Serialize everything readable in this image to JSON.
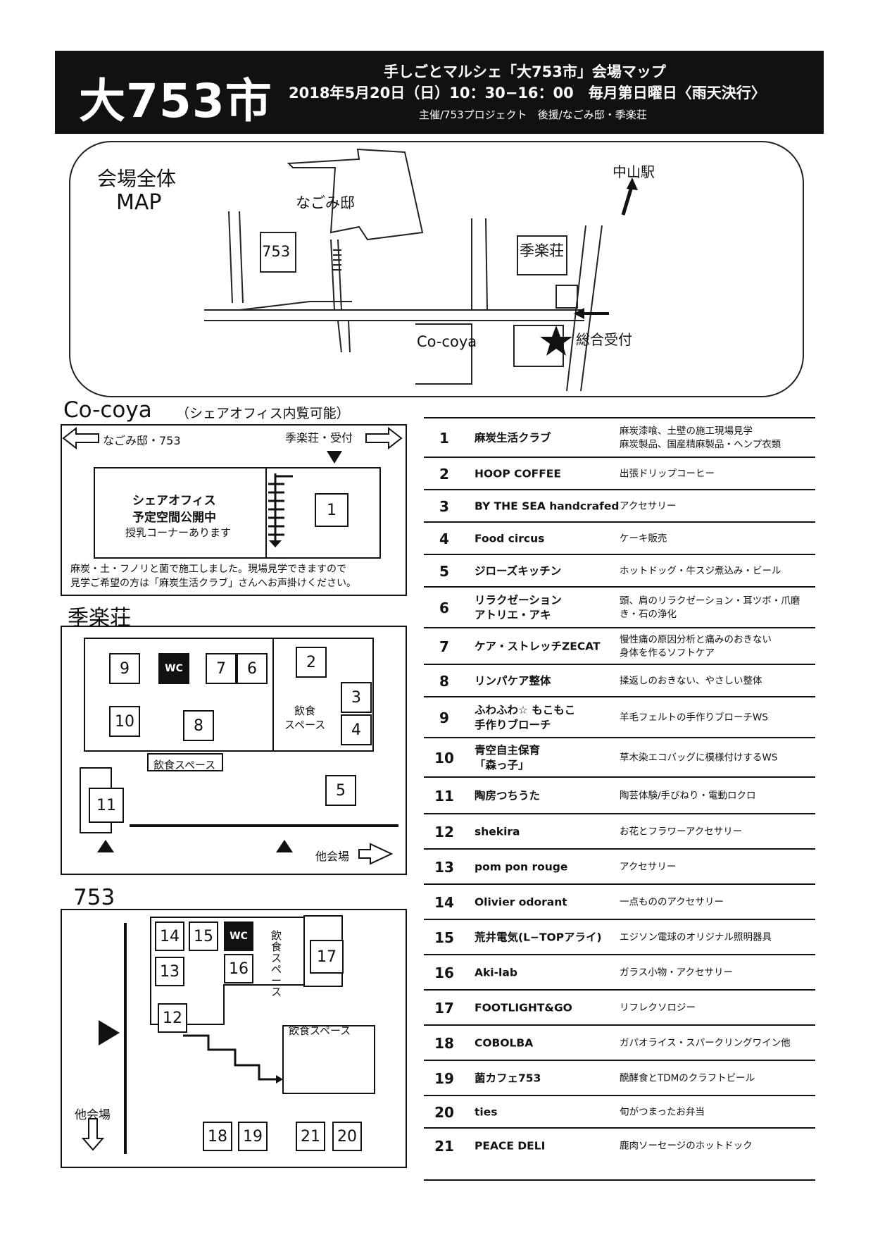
{
  "header": {
    "big_title": "大753市",
    "line1": "手しごとマルシェ「大753市」会場マップ",
    "line2": "2018年5月20日（日）10：30−16：00　毎月第日曜日〈雨天決行〉",
    "line3": "主催/753プロジェクト　後援/なごみ邸・季楽荘"
  },
  "overview": {
    "title1": "会場全体",
    "title2": "MAP",
    "nagomi": "なごみ邸",
    "b753": "753",
    "kirakusou": "季楽荘",
    "nakayama": "中山駅",
    "cocoya": "Co-coya",
    "reception": "総合受付"
  },
  "cocoya": {
    "heading": "Co-coya",
    "heading_note": "（シェアオフィス内覧可能）",
    "left_arrow": "なごみ邸・753",
    "right_arrow": "季楽荘・受付",
    "office_line1": "シェアオフィス",
    "office_line2": "予定空間公開中",
    "office_line3": "授乳コーナーあります",
    "booth": "1",
    "note1": "麻炭・土・フノリと菌で施工しました。現場見学できますので",
    "note2": "見学ご希望の方は「麻炭生活クラブ」さんへお声掛けください。"
  },
  "kirakusou": {
    "heading": "季楽荘",
    "wc": "WC",
    "b9": "9",
    "b7": "7",
    "b6": "6",
    "b2": "2",
    "b3": "3",
    "b4": "4",
    "b10": "10",
    "b8": "8",
    "b11": "11",
    "b5": "5",
    "eat1_a": "飲食",
    "eat1_b": "スペース",
    "eat2": "飲食スペース",
    "other": "他会場"
  },
  "b753": {
    "heading": "753",
    "wc": "WC",
    "b14": "14",
    "b15": "15",
    "b16": "16",
    "b13": "13",
    "b12": "12",
    "b17": "17",
    "b18": "18",
    "b19": "19",
    "b21": "21",
    "b20": "20",
    "eat_vert": "飲食スペース",
    "eat2": "飲食スペース",
    "other": "他会場"
  },
  "vendors": [
    {
      "no": "1",
      "name": "麻炭生活クラブ",
      "desc": "麻炭漆喰、土壁の施工現場見学\n麻炭製品、国産精麻製品・ヘンプ衣類"
    },
    {
      "no": "2",
      "name": "HOOP COFFEE",
      "desc": "出張ドリップコーヒー"
    },
    {
      "no": "3",
      "name": "BY THE SEA handcrafed",
      "desc": "アクセサリー"
    },
    {
      "no": "4",
      "name": "Food circus",
      "desc": "ケーキ販売"
    },
    {
      "no": "5",
      "name": "ジローズキッチン",
      "desc": "ホットドッグ・牛スジ煮込み・ビール"
    },
    {
      "no": "6",
      "name": "リラクゼーション\nアトリエ・アキ",
      "desc": "頭、肩のリラクゼーション・耳ツボ・爪磨\nき・石の浄化"
    },
    {
      "no": "7",
      "name": "ケア・ストレッチZECAT",
      "desc": "慢性痛の原因分析と痛みのおきない\n身体を作るソフトケア"
    },
    {
      "no": "8",
      "name": "リンパケア整体",
      "desc": "揉返しのおきない、やさしい整体"
    },
    {
      "no": "9",
      "name": "ふわふわ☆ もこもこ\n手作りブローチ",
      "desc": "羊毛フェルトの手作りブローチWS"
    },
    {
      "no": "10",
      "name": "青空自主保育\n「森っ子」",
      "desc": "草木染エコバッグに模様付けするWS"
    },
    {
      "no": "11",
      "name": "陶房つちうた",
      "desc": "陶芸体験/手びねり・電動ロクロ"
    },
    {
      "no": "12",
      "name": "shekira",
      "desc": "お花とフラワーアクセサリー"
    },
    {
      "no": "13",
      "name": "pom pon rouge",
      "desc": "アクセサリー"
    },
    {
      "no": "14",
      "name": "Olivier odorant",
      "desc": "一点もののアクセサリー"
    },
    {
      "no": "15",
      "name": "荒井電気(L−TOPアライ)",
      "desc": "エジソン電球のオリジナル照明器具"
    },
    {
      "no": "16",
      "name": "Aki-lab",
      "desc": "ガラス小物・アクセサリー"
    },
    {
      "no": "17",
      "name": "FOOTLIGHT&GO",
      "desc": "リフレクソロジー"
    },
    {
      "no": "18",
      "name": "COBOLBA",
      "desc": "ガパオライス・スパークリングワイン他"
    },
    {
      "no": "19",
      "name": "菌カフェ753",
      "desc": "醗酵食とTDMのクラフトビール"
    },
    {
      "no": "20",
      "name": "ties",
      "desc": "旬がつまったお弁当"
    },
    {
      "no": "21",
      "name": "PEACE DELI",
      "desc": "鹿肉ソーセージのホットドック"
    }
  ]
}
